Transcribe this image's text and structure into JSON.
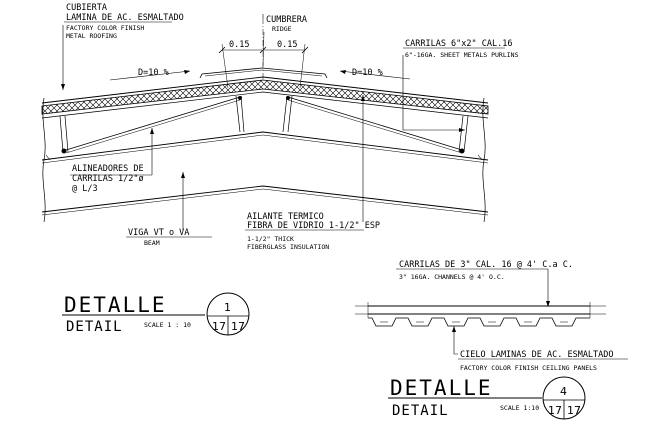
{
  "detail1": {
    "labels": {
      "cubierta": "CUBIERTA",
      "lamina": "LAMINA DE AC. ESMALTADO",
      "factory": "FACTORY COLOR FINISH",
      "metal_roofing": "METAL ROOFING",
      "cumbrera": "CUMBRERA",
      "ridge": "RIDGE",
      "dim_left": "0.15",
      "dim_right": "0.15",
      "slope_left": "D=10 %",
      "slope_right": "D=10 %",
      "carrilas": "CARRILAS 6\"x2\" CAL.16",
      "purlins": "6\"-16GA. SHEET METALS PURLINS",
      "alineadores": "ALINEADORES DE",
      "carrilas_rod": "CARRILAS 1/2\"ø",
      "spacing": "@ L/3",
      "aislante": "AILANTE TERMICO",
      "fibra": "FIBRA DE VIDRIO 1-1/2\" ESP",
      "thick": "1-1/2\" THICK",
      "fiberglass": "FIBERGLASS INSULATION",
      "viga": "VIGA VT o VA",
      "beam": "BEAM"
    },
    "title": "DETALLE",
    "subtitle": "DETAIL",
    "scale": "SCALE 1 : 10",
    "number": "1",
    "sheet_a": "17",
    "sheet_b": "17"
  },
  "detail4": {
    "labels": {
      "carrilas": "CARRILAS DE 3\" CAL. 16 @ 4' C.a C.",
      "channels": "3\" 16GA. CHANNELS @ 4' O.C.",
      "cielo": "CIELO LAMINAS DE AC. ESMALTADO",
      "ceiling": "FACTORY COLOR FINISH CEILING PANELS"
    },
    "title": "DETALLE",
    "subtitle": "DETAIL",
    "scale": "SCALE 1:10",
    "number": "4",
    "sheet_a": "17",
    "sheet_b": "17"
  }
}
